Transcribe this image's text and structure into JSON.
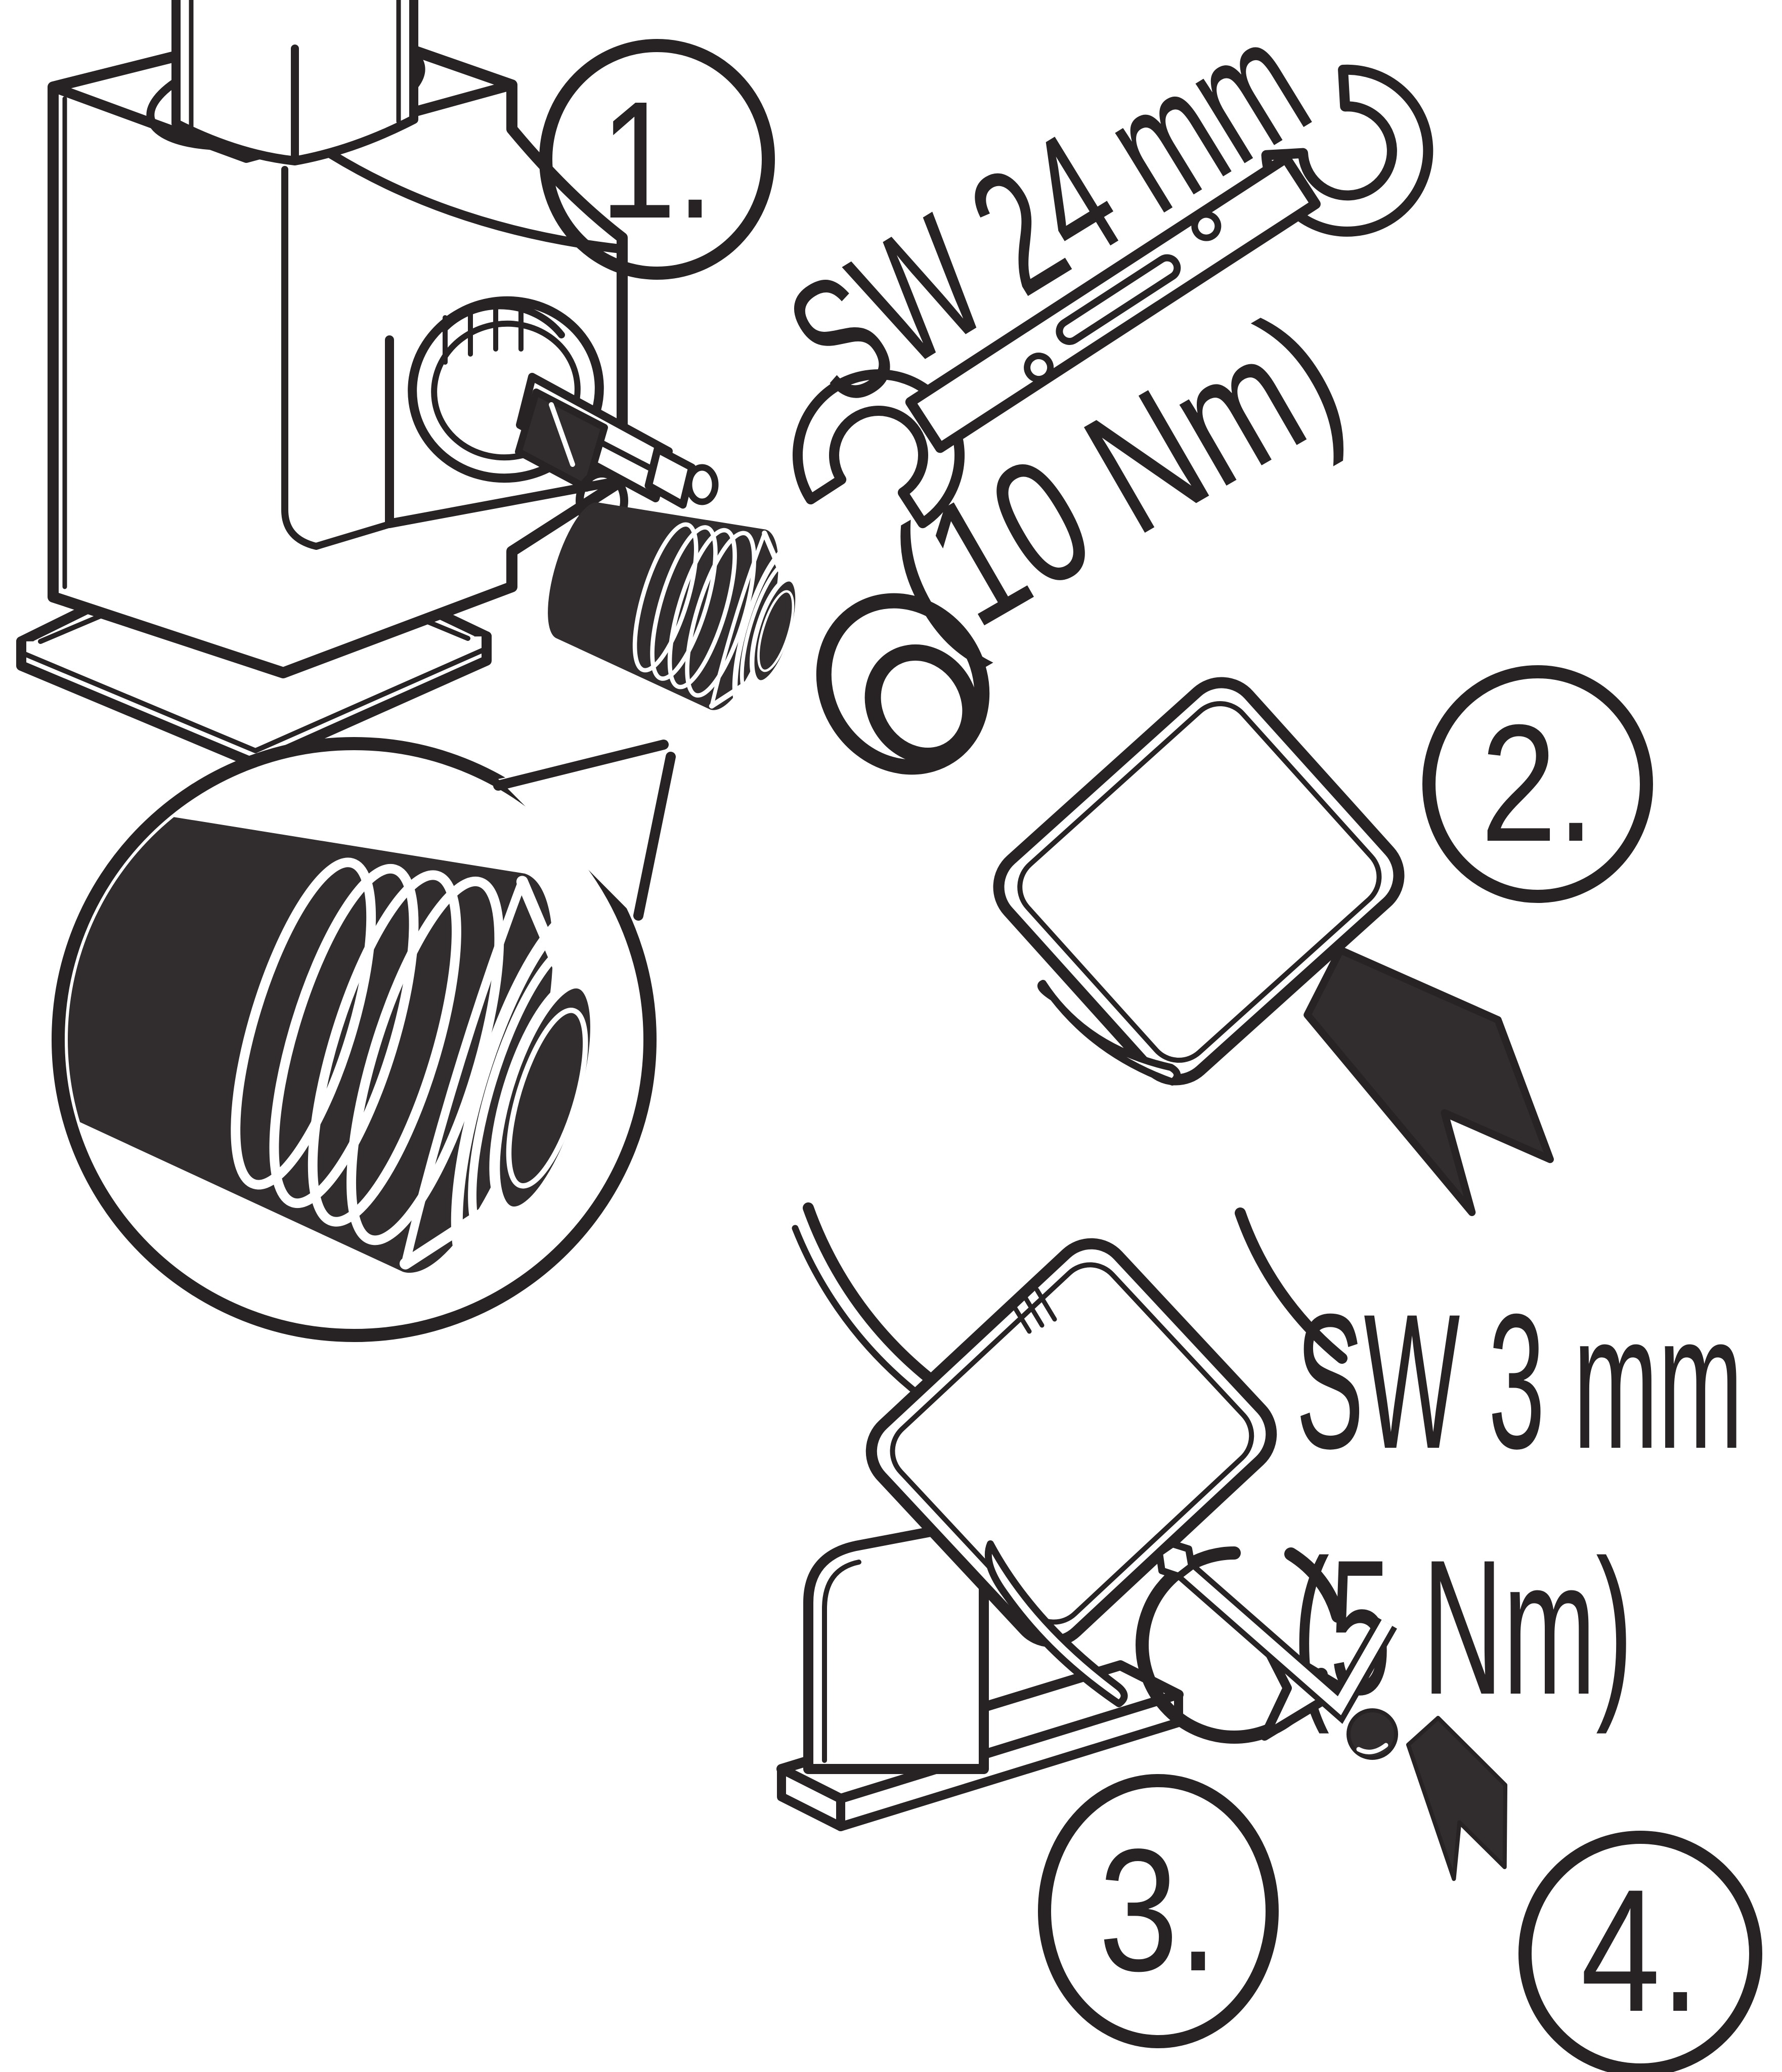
{
  "page": {
    "type": "installation-instruction-diagram",
    "background_color": "#ffffff",
    "line_color": "#272324",
    "dark_fill_color": "#312d2e"
  },
  "steps": [
    {
      "label": "1."
    },
    {
      "label": "2."
    },
    {
      "label": "3."
    },
    {
      "label": "4."
    }
  ],
  "tools": {
    "wrench_size": "SW 24 mm",
    "wrench_torque": "(10 Nm)",
    "hex_key_size": "SW 3 mm",
    "hex_key_torque": "(5 Nm)"
  },
  "icons": {
    "wrench": "open-end-wrench",
    "hex_key": "allen-key",
    "rotation": "rotate-arrow",
    "insert_arrow": "direction-arrow",
    "magnifier": "detail-circle",
    "o_ring": "o-ring-seal",
    "adapter": "threaded-adapter",
    "set_screw": "set-screw"
  }
}
